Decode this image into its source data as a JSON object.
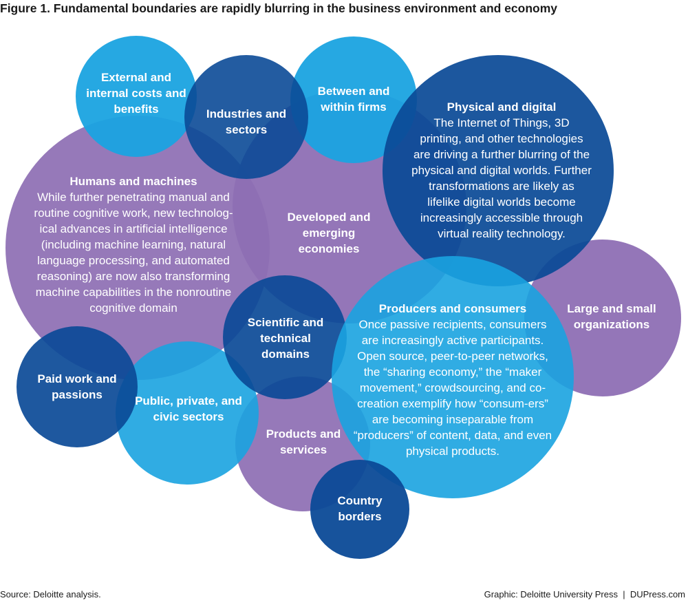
{
  "figure": {
    "title": "Figure 1. Fundamental boundaries are rapidly blurring in the business environment and economy",
    "source": "Source: Deloitte analysis.",
    "credit": "Graphic: Deloitte University Press  |  DUPress.com"
  },
  "colors": {
    "purple": "#8e6fb4",
    "light_blue": "#1aa3e0",
    "dark_blue": "#0b4a97"
  },
  "bubbles": {
    "costs": {
      "head": "External and internal costs and benefits",
      "color": "light_blue"
    },
    "industries": {
      "head": "Industries and sectors",
      "color": "dark_blue"
    },
    "firms": {
      "head": "Between and within firms",
      "color": "light_blue"
    },
    "physical": {
      "head": "Physical and digital",
      "body": "The Internet of Things, 3D printing, and other technologies are driving a further blurring of the physical and digital worlds. Further transformations are likely as lifelike digital worlds become increasingly accessible through virtual reality technology.",
      "color": "dark_blue"
    },
    "humans": {
      "head": "Humans and machines",
      "body": "While further penetrating manual and routine cognitive work, new technolog-ical advances in artificial intelligence (including machine learning, natural language processing, and automated reasoning) are now also transforming machine capabilities in the nonroutine cognitive domain",
      "color": "purple"
    },
    "developed": {
      "head": "Developed and emerging economies",
      "color": "purple"
    },
    "large": {
      "head": "Large and small organizations",
      "color": "purple"
    },
    "scientific": {
      "head": "Scientific and technical domains",
      "color": "dark_blue"
    },
    "producers": {
      "head": "Producers and consumers",
      "body": "Once passive recipients, consumers are increasingly active participants. Open source, peer-to-peer networks, the “sharing economy,” the “maker movement,” crowdsourcing, and co-creation exemplify how “consum-ers” are becoming inseparable from “producers” of content, data, and even physical products.",
      "color": "light_blue"
    },
    "paid": {
      "head": "Paid work and passions",
      "color": "dark_blue"
    },
    "public": {
      "head": "Public, private, and civic sectors",
      "color": "light_blue"
    },
    "products": {
      "head": "Products and services",
      "color": "purple"
    },
    "country": {
      "head": "Country borders",
      "color": "dark_blue"
    }
  }
}
